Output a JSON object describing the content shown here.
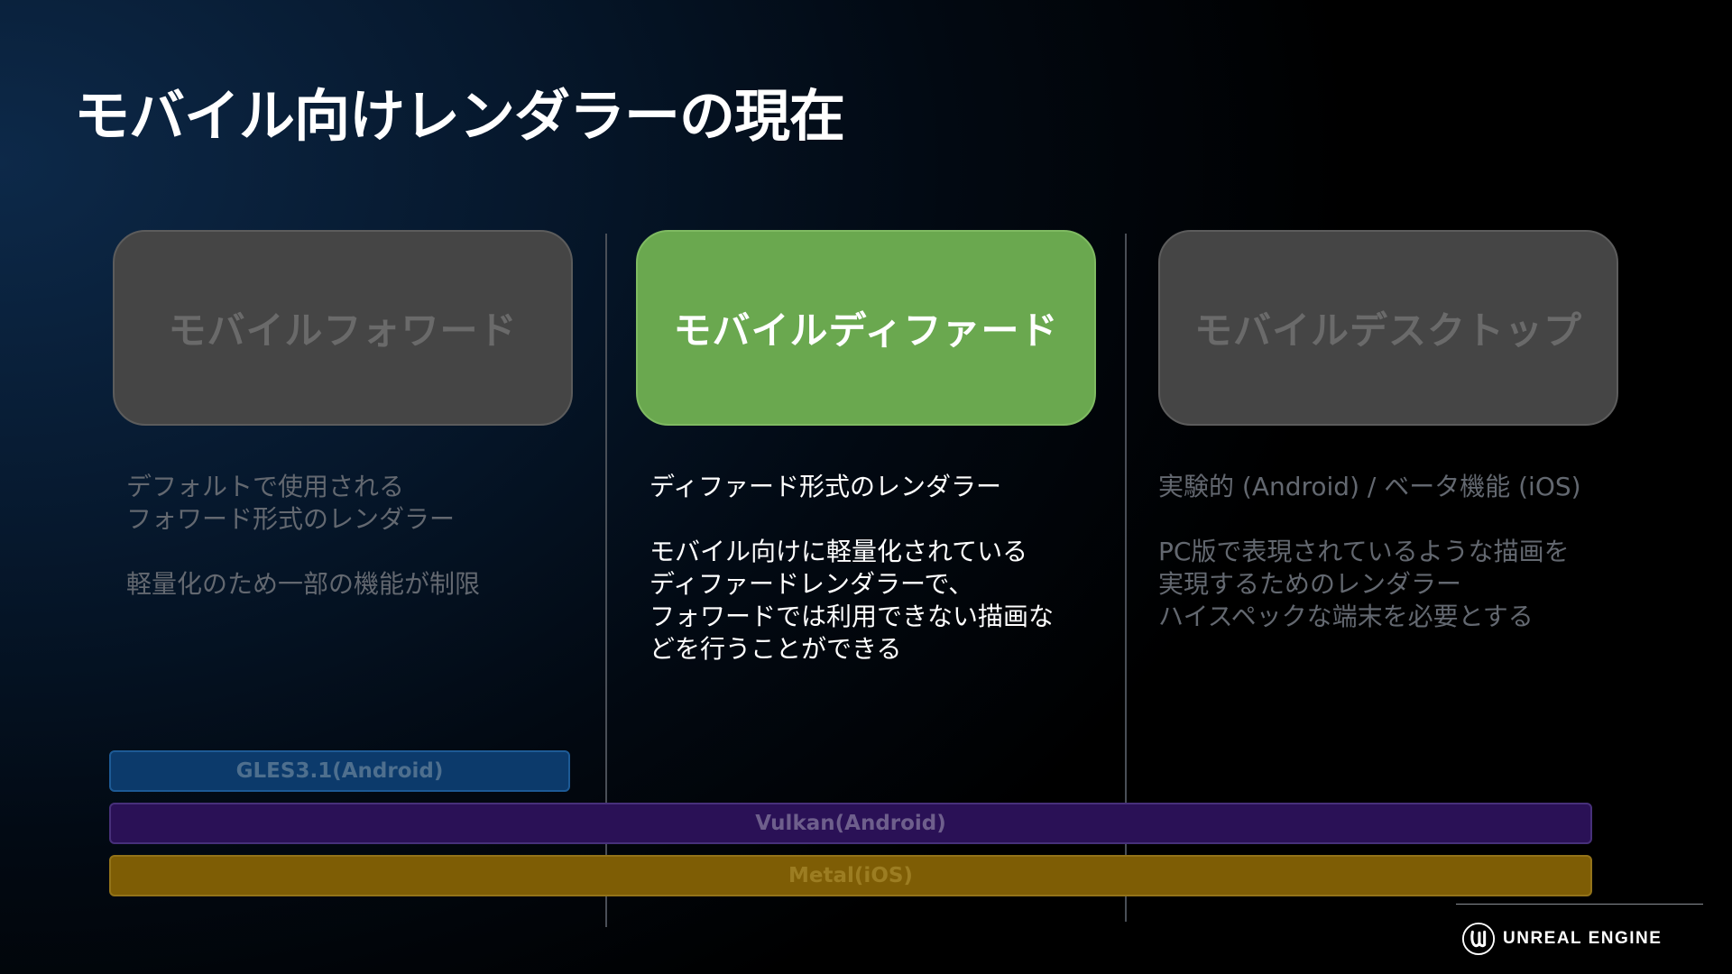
{
  "title": "モバイル向けレンダラーの現在",
  "columns": [
    {
      "heading": "モバイルフォワード",
      "active": false,
      "paragraphs": [
        [
          "デフォルトで使用される",
          "フォワード形式のレンダラー"
        ],
        [
          "軽量化のため一部の機能が制限"
        ]
      ]
    },
    {
      "heading": "モバイルディファード",
      "active": true,
      "paragraphs": [
        [
          "ディファード形式のレンダラー"
        ],
        [
          "モバイル向けに軽量化されている",
          "ディファードレンダラーで、",
          "フォワードでは利用できない描画な",
          "どを行うことができる"
        ]
      ]
    },
    {
      "heading": "モバイルデスクトップ",
      "active": false,
      "paragraphs": [
        [
          "実験的 (Android) / ベータ機能 (iOS)"
        ],
        [
          "PC版で表現されているような描画を",
          "実現するためのレンダラー",
          "ハイスペックな端末を必要とする"
        ]
      ]
    }
  ],
  "api_bars": [
    {
      "label": "GLES3.1(Android)",
      "color": "#0c3a6b"
    },
    {
      "label": "Vulkan(Android)",
      "color": "#2a1156"
    },
    {
      "label": "Metal(iOS)",
      "color": "#7e5d05"
    }
  ],
  "colors": {
    "active_card": "#6aa84f",
    "inactive_card": "#454545",
    "inactive_text": "#636870"
  },
  "footer": {
    "logo_icon": "unreal-engine-logo-icon",
    "logo_text": "UNREAL ENGINE"
  }
}
